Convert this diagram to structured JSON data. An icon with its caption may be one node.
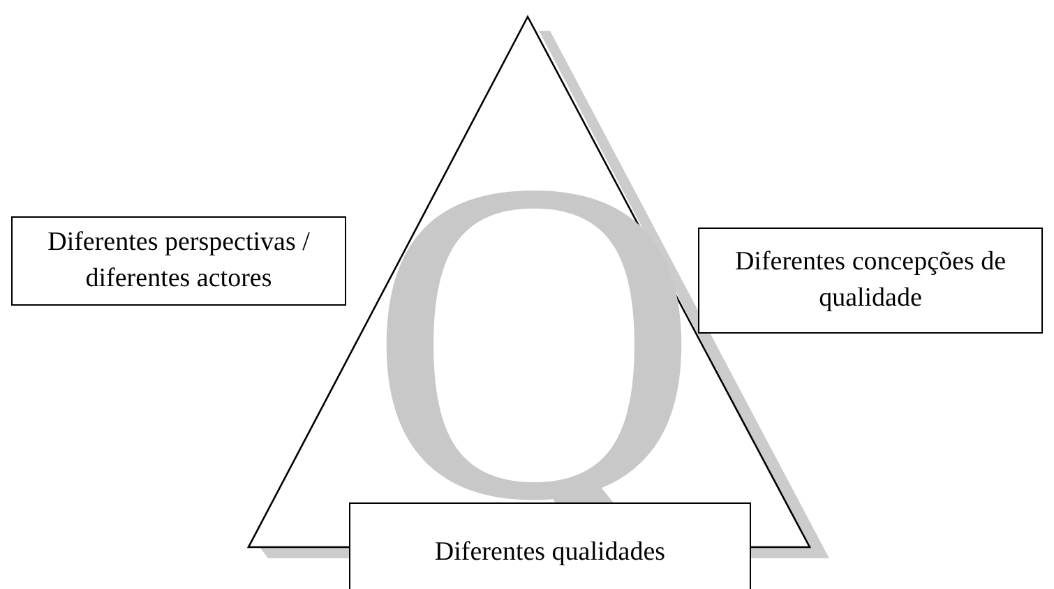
{
  "diagram": {
    "nodes": [
      {
        "text": [
          "Q"
        ]
      },
      {
        "text": [
          "Diferentes perspectivas / diferentes actores"
        ]
      },
      {
        "text": [
          "Diferentes concepções de qualidade"
        ]
      },
      {
        "text": [
          "Diferentes qualidades"
        ]
      }
    ],
    "edges": []
  }
}
